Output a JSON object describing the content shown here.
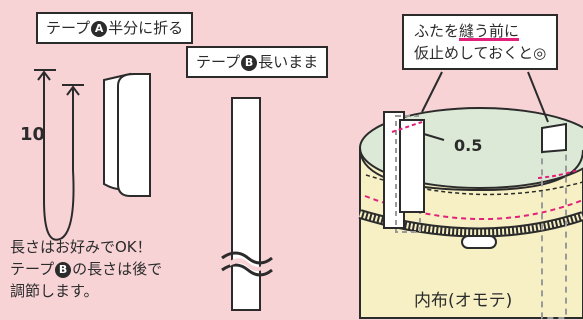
{
  "callout_a": {
    "pre": "テープ",
    "badge": "A",
    "post": "半分に折る"
  },
  "callout_b": {
    "pre": "テープ",
    "badge": "B",
    "post": "長いまま"
  },
  "callout_lid": {
    "line1_pre": "ふたを",
    "line1_underlined": "縫う前に",
    "line2": "仮止めしておくと◎"
  },
  "measure_10": "10",
  "measure_05": "0.5",
  "note": {
    "line1": "長さはお好みでOK！",
    "line2_pre": "テープ",
    "line2_badge": "B",
    "line2_post": "の長さは後で",
    "line3": "調節します。"
  },
  "inner_label": "内布(オモテ)",
  "colors": {
    "background": "#f7d3d6",
    "line": "#2b2b2b",
    "accent": "#e0207a",
    "fabric": "#f6f0c4",
    "lining": "#dce9d6"
  }
}
